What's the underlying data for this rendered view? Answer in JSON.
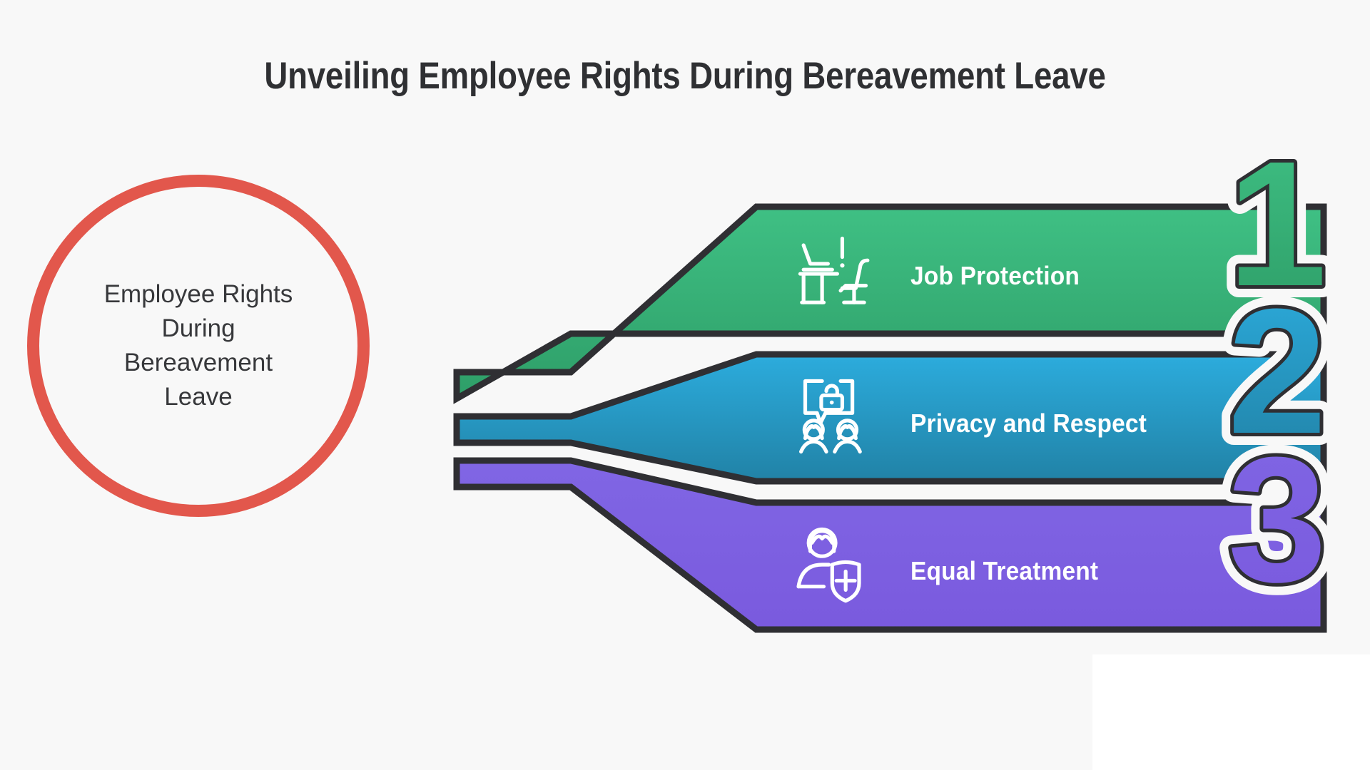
{
  "page": {
    "background_color": "#f8f8f8",
    "title": "Unveiling Employee Rights During Bereavement Leave",
    "title_color": "#2f3033"
  },
  "hub": {
    "name": "central-circle",
    "text": "Employee Rights\nDuring\nBereavement\nLeave",
    "ring_color": "#e2574c",
    "text_color": "#37383b"
  },
  "bands": [
    {
      "number": "1",
      "label": "Job Protection",
      "icon": "desk-chair-alert-icon",
      "color_top": "#3fc084",
      "color_bottom": "#2e9e68",
      "outline_color": "#2f2f33"
    },
    {
      "number": "2",
      "label": "Privacy and Respect",
      "icon": "lock-chat-people-icon",
      "color_top": "#2cacdd",
      "color_bottom": "#2182a6",
      "outline_color": "#2f2f33"
    },
    {
      "number": "3",
      "label": "Equal Treatment",
      "icon": "person-shield-plus-icon",
      "color_top": "#8066e4",
      "color_bottom": "#7a5ade",
      "outline_color": "#2f2f33"
    }
  ]
}
